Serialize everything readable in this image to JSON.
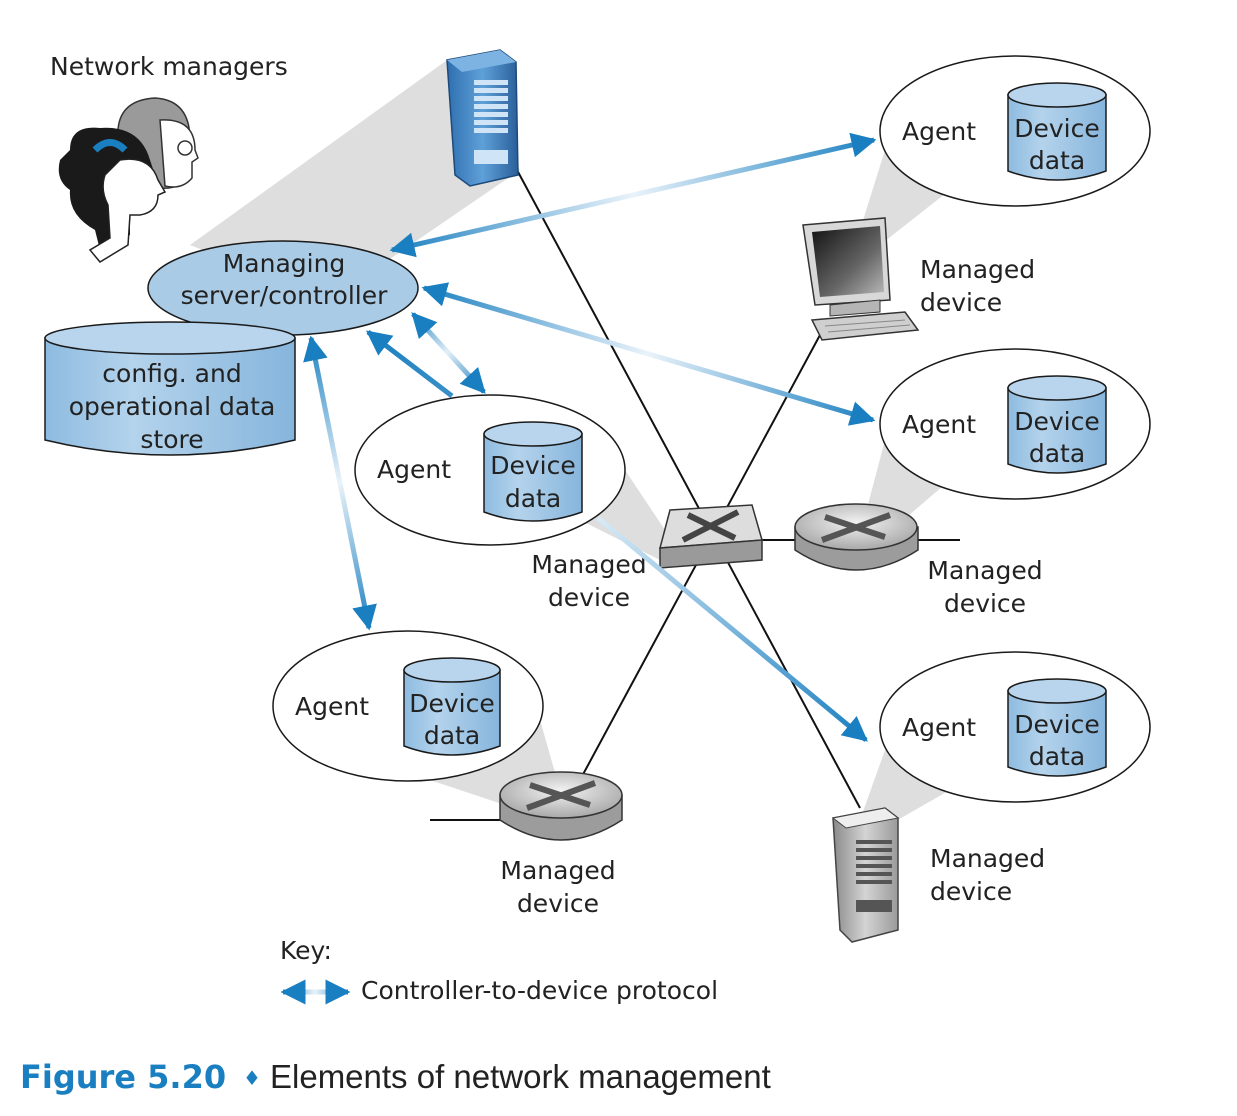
{
  "labels": {
    "network_managers": "Network managers",
    "managing_server_line1": "Managing",
    "managing_server_line2": "server/controller",
    "store_line1": "config. and",
    "store_line2": "operational data",
    "store_line3": "store",
    "agent": "Agent",
    "device_data_line1": "Device",
    "device_data_line2": "data",
    "managed_line1": "Managed",
    "managed_line2": "device"
  },
  "key": {
    "title": "Key:",
    "protocol": "Controller-to-device protocol"
  },
  "caption": {
    "number": "Figure 5.20",
    "separator": "♦",
    "text": "Elements of network management"
  },
  "colors": {
    "arrow_blue": "#1a7fc0",
    "arrow_light": "#e8f2fa",
    "ellipse_fill": "#a9cbe6",
    "cylinder_fill": "#a9cbe6",
    "cylinder_dark": "#7fb0d9",
    "caption_blue": "#1a7fc0",
    "shadow_gray": "#d9d9d9"
  }
}
